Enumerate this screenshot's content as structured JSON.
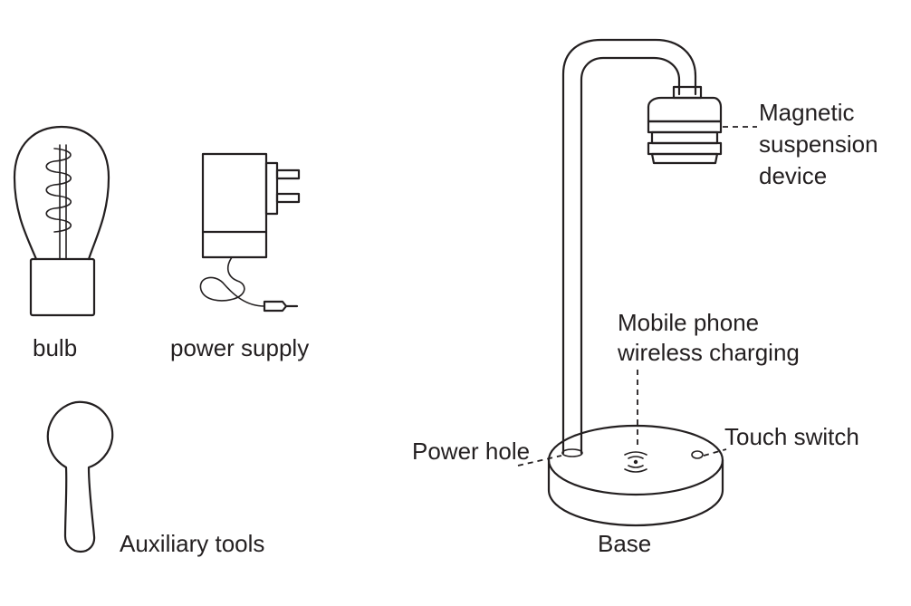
{
  "labels": {
    "bulb": "bulb",
    "power_supply": "power supply",
    "auxiliary_tools": "Auxiliary tools",
    "magnetic_suspension_device": [
      "Magnetic",
      "suspension",
      "device"
    ],
    "mobile_phone_wireless_charging": [
      "Mobile phone",
      "wireless charging"
    ],
    "touch_switch": "Touch switch",
    "power_hole": "Power hole",
    "base": "Base"
  },
  "colors": {
    "line": "#231f20",
    "background": "#ffffff"
  }
}
